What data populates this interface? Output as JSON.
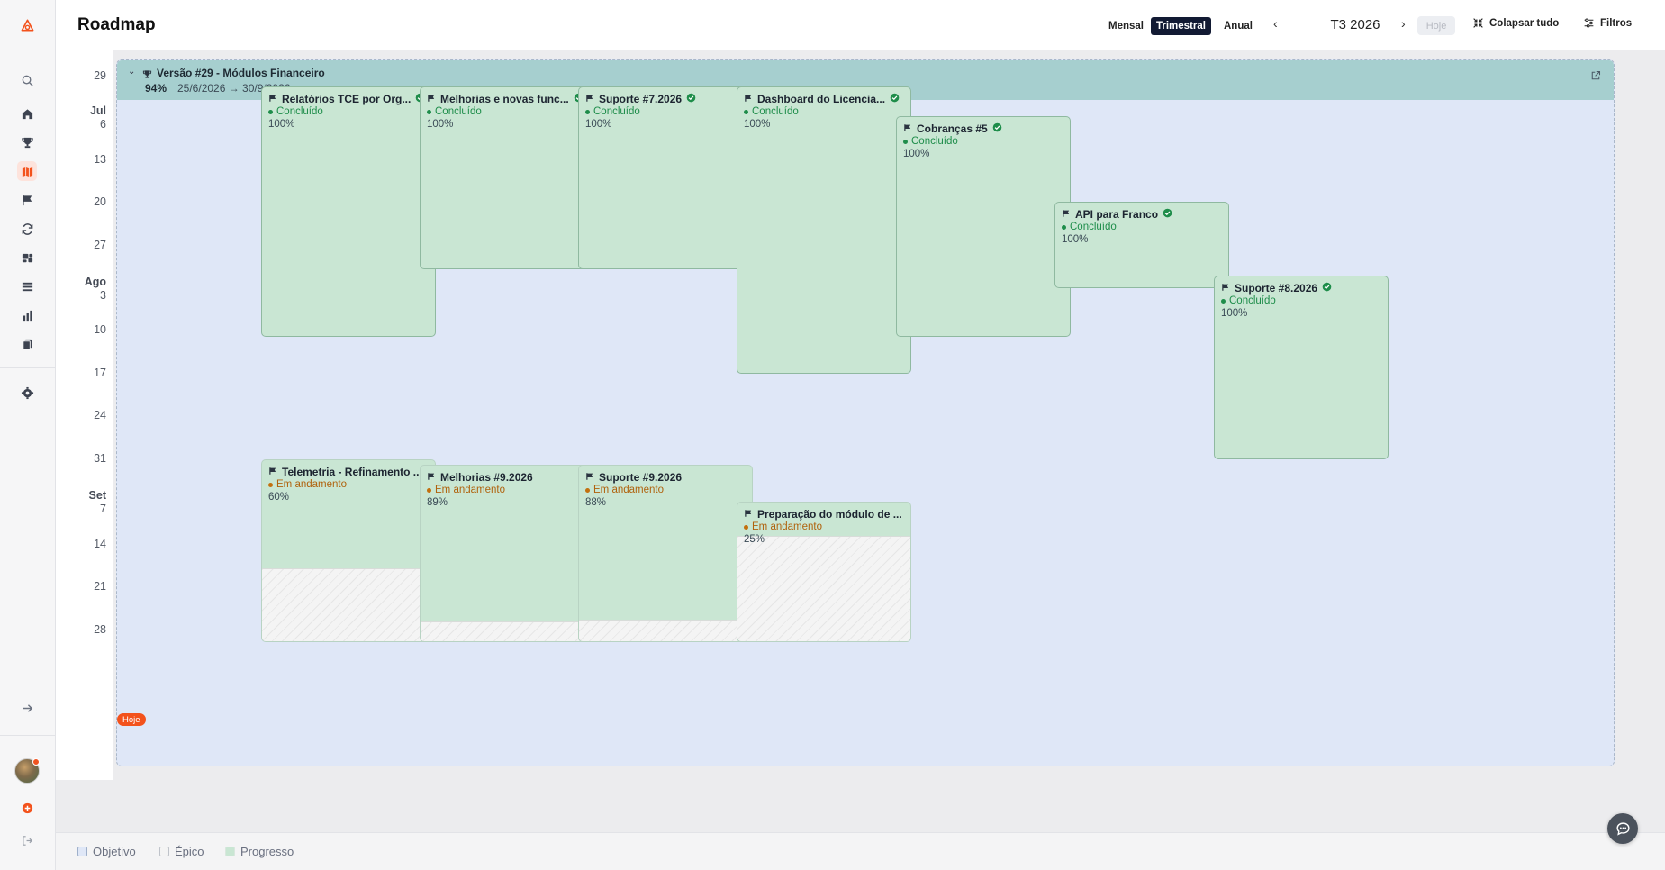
{
  "header": {
    "title": "Roadmap",
    "views": [
      "Mensal",
      "Trimestral",
      "Anual"
    ],
    "active_view": "Trimestral",
    "period": "T3 2026",
    "today_button": "Hoje",
    "collapse_all": "Colapsar tudo",
    "filters": "Filtros"
  },
  "timeline": {
    "ticks": [
      {
        "month": "",
        "day": "29"
      },
      {
        "month": "Jul",
        "day": "6"
      },
      {
        "month": "",
        "day": "13"
      },
      {
        "month": "",
        "day": "20"
      },
      {
        "month": "",
        "day": "27"
      },
      {
        "month": "Ago",
        "day": "3"
      },
      {
        "month": "",
        "day": "10"
      },
      {
        "month": "",
        "day": "17"
      },
      {
        "month": "",
        "day": "24"
      },
      {
        "month": "",
        "day": "31"
      },
      {
        "month": "Set",
        "day": "7"
      },
      {
        "month": "",
        "day": "14"
      },
      {
        "month": "",
        "day": "21"
      },
      {
        "month": "",
        "day": "28"
      }
    ],
    "today_label": "Hoje"
  },
  "version": {
    "title": "Versão #29 - Módulos Financeiro",
    "progress": "94%",
    "dates": "25/6/2026 → 30/9/2026"
  },
  "epics": [
    {
      "title": "Relatórios TCE por Org...",
      "status": "Concluído",
      "percent": "100%",
      "done": true,
      "progress": 1.0
    },
    {
      "title": "Melhorias e novas func...",
      "status": "Concluído",
      "percent": "100%",
      "done": true,
      "progress": 1.0
    },
    {
      "title": "Suporte #7.2026",
      "status": "Concluído",
      "percent": "100%",
      "done": true,
      "progress": 1.0
    },
    {
      "title": "Dashboard do Licencia...",
      "status": "Concluído",
      "percent": "100%",
      "done": true,
      "progress": 1.0
    },
    {
      "title": "Cobranças #5",
      "status": "Concluído",
      "percent": "100%",
      "done": true,
      "progress": 1.0
    },
    {
      "title": "API para Franco",
      "status": "Concluído",
      "percent": "100%",
      "done": true,
      "progress": 1.0
    },
    {
      "title": "Suporte #8.2026",
      "status": "Concluído",
      "percent": "100%",
      "done": true,
      "progress": 1.0
    },
    {
      "title": "Telemetria - Refinamento ...",
      "status": "Em andamento",
      "percent": "60%",
      "done": false,
      "progress": 0.6
    },
    {
      "title": "Melhorias #9.2026",
      "status": "Em andamento",
      "percent": "89%",
      "done": false,
      "progress": 0.89
    },
    {
      "title": "Suporte #9.2026",
      "status": "Em andamento",
      "percent": "88%",
      "done": false,
      "progress": 0.88
    },
    {
      "title": "Preparação do módulo de ...",
      "status": "Em andamento",
      "percent": "25%",
      "done": false,
      "progress": 0.25
    }
  ],
  "legend": {
    "objective": "Objetivo",
    "epic": "Épico",
    "progress": "Progresso"
  },
  "colors": {
    "accent": "#f3521c",
    "done": "#1e8d4a",
    "in_progress": "#c3700e",
    "version_bar": "#a6cfcf",
    "card": "#c9e6d3"
  },
  "icons": [
    "search-icon",
    "home-icon",
    "trophy-icon",
    "map-icon",
    "flag-icon",
    "refresh-icon",
    "layout-icon",
    "list-icon",
    "bar-chart-icon",
    "docs-icon",
    "gear-icon",
    "arrow-right-icon",
    "plus-icon",
    "logout-icon",
    "chat-icon"
  ]
}
